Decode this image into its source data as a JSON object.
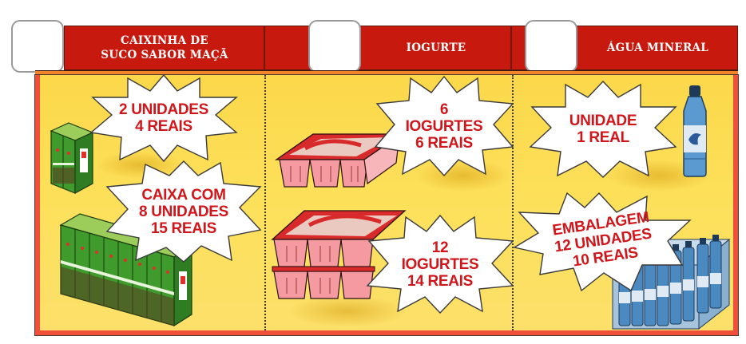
{
  "columns": [
    {
      "title_line1": "CAIXINHA DE",
      "title_line2": "SUCO SABOR MAÇÃ",
      "checkbox_checked": false,
      "offers": [
        {
          "line1": "2 UNIDADES",
          "line2": "4 REAIS"
        },
        {
          "line1": "CAIXA COM",
          "line2": "8 UNIDADES",
          "line3": "15 REAIS"
        }
      ],
      "products": [
        "juice-box-pair",
        "juice-box-pack-8"
      ]
    },
    {
      "title_line1": "IOGURTE",
      "checkbox_checked": false,
      "offers": [
        {
          "line1": "6",
          "line2": "IOGURTES",
          "line3": "6 REAIS"
        },
        {
          "line1": "12",
          "line2": "IOGURTES",
          "line3": "14 REAIS"
        }
      ],
      "products": [
        "yogurt-pack-6",
        "yogurt-pack-12"
      ]
    },
    {
      "title_line1": "ÁGUA MINERAL",
      "checkbox_checked": false,
      "offers": [
        {
          "line1": "UNIDADE",
          "line2": "1 REAL"
        },
        {
          "line1": "EMBALAGEM",
          "line2": "12 UNIDADES",
          "line3": "10 REAIS"
        }
      ],
      "products": [
        "water-bottle",
        "water-bottle-pack-12"
      ]
    }
  ],
  "colors": {
    "header_red": "#c8190f",
    "panel_yellow": "#fcd84a",
    "border_red": "#f0503a",
    "price_text_red": "#d1161b",
    "juice_green": "#3e9a2a",
    "yogurt_pink": "#f49aa0",
    "water_blue": "#4a8ac0"
  }
}
